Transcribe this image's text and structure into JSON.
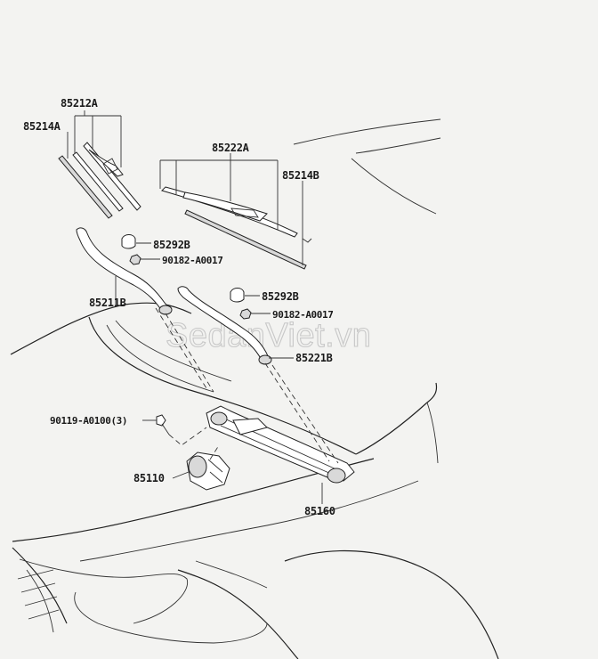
{
  "watermark": "SedanViet.vn",
  "labels": {
    "p85212A": "85212A",
    "p85214A": "85214A",
    "p85222A": "85222A",
    "p85214B": "85214B",
    "p85292B_1": "85292B",
    "p90182_1": "90182-A0017",
    "p85211B": "85211B",
    "p85292B_2": "85292B",
    "p90182_2": "90182-A0017",
    "p85221B": "85221B",
    "p90119": "90119-A0100(3)",
    "p85110": "85110",
    "p85160": "85160"
  }
}
